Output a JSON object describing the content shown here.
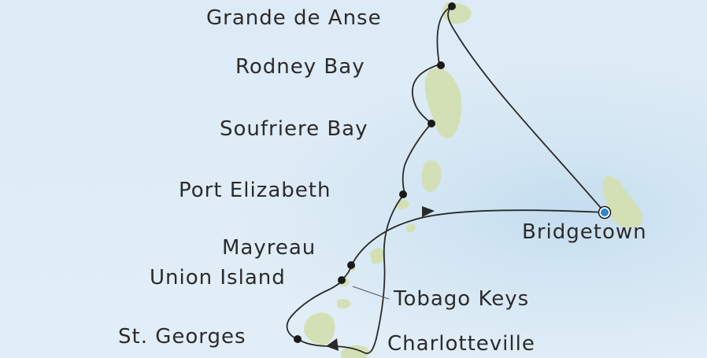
{
  "map": {
    "ports": [
      {
        "id": "grande-de-anse",
        "name": "Grande de Anse"
      },
      {
        "id": "rodney-bay",
        "name": "Rodney Bay"
      },
      {
        "id": "soufriere-bay",
        "name": "Soufriere Bay"
      },
      {
        "id": "port-elizabeth",
        "name": "Port Elizabeth"
      },
      {
        "id": "mayreau",
        "name": "Mayreau"
      },
      {
        "id": "union-island",
        "name": "Union Island"
      },
      {
        "id": "tobago-keys",
        "name": "Tobago Keys"
      },
      {
        "id": "st-georges",
        "name": "St. Georges"
      },
      {
        "id": "charlotteville",
        "name": "Charlotteville"
      },
      {
        "id": "bridgetown",
        "name": "Bridgetown",
        "embarkation": true
      }
    ],
    "colors": {
      "sea": "#dcebf6",
      "land": "#d3e0b6",
      "route": "#2a2a2a",
      "port_marker": "#1a1a1a",
      "embark_marker": "#2f86c8"
    }
  }
}
